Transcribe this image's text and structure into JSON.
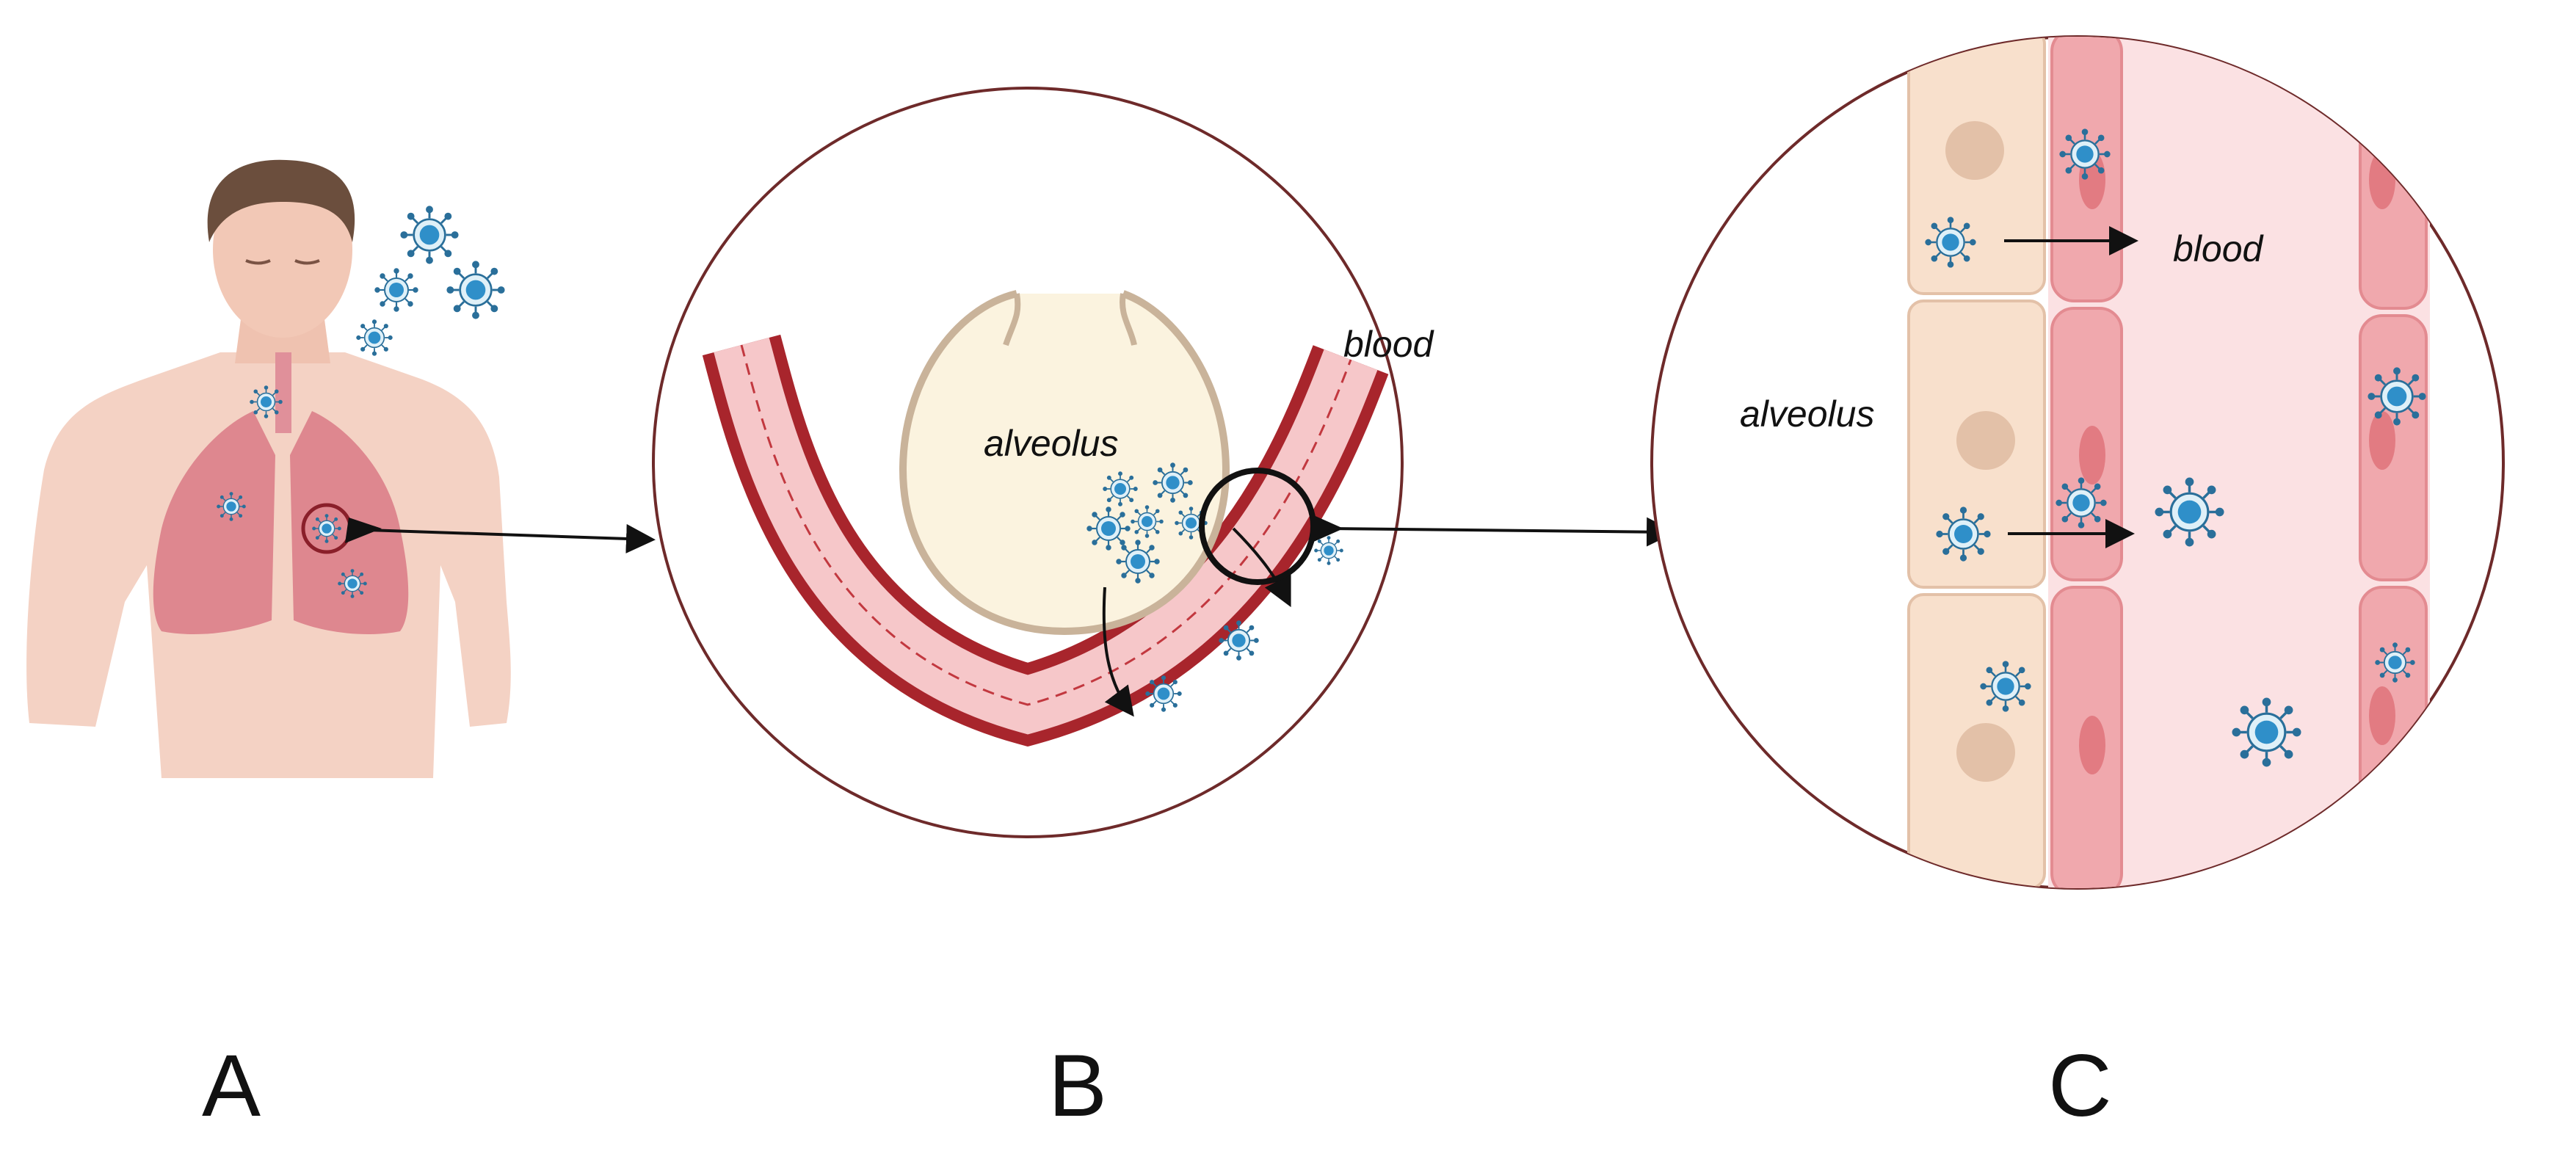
{
  "panels": [
    {
      "letter": "A"
    },
    {
      "letter": "B",
      "labels": {
        "alveolus": "alveolus",
        "blood": "blood"
      }
    },
    {
      "letter": "C",
      "labels": {
        "alveolus": "alveolus",
        "blood": "blood"
      }
    }
  ],
  "colors": {
    "virus": "#2f8fc9",
    "virus_spike": "#2a6f9a",
    "skin": "#f4d2c4",
    "lung": "#d97a86",
    "vessel_dark": "#a8252c",
    "vessel_light": "#f6c7c9",
    "alveolus_fill": "#fbf3df",
    "epithelial": "#f8e0cc",
    "endothelial": "#f0a8ad",
    "blood_bg": "#fbe1e3"
  },
  "icons": [
    "virus-icon",
    "arrow-icon",
    "magnifier-circle-icon",
    "human-figure-icon"
  ]
}
